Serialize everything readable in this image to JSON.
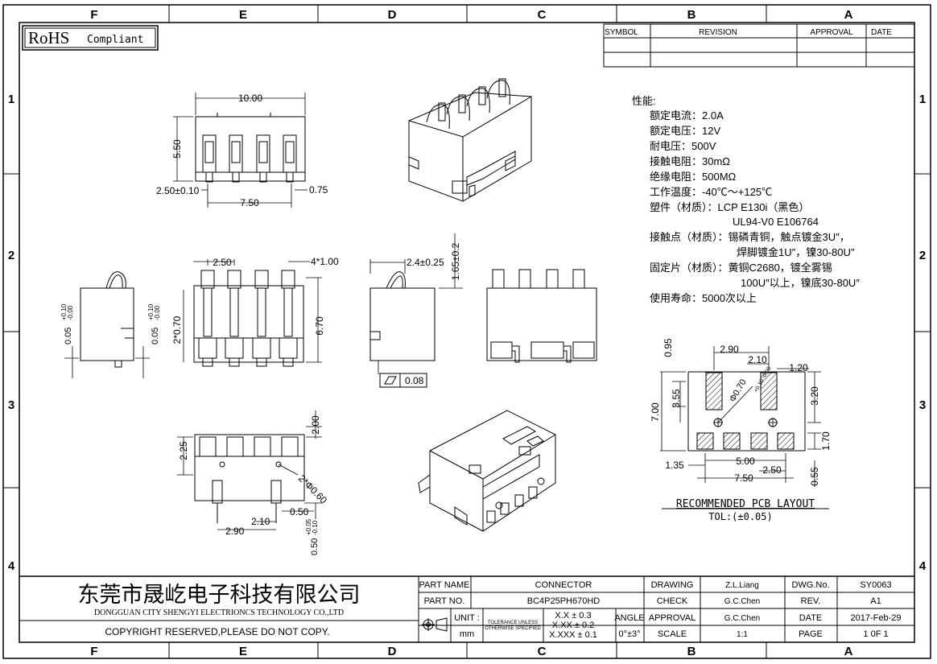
{
  "border": {
    "columns": [
      "F",
      "E",
      "D",
      "C",
      "B",
      "A"
    ],
    "rows": [
      "1",
      "2",
      "3",
      "4"
    ]
  },
  "rohs": {
    "label": "RoHS",
    "suffix": "Compliant"
  },
  "revision_table": {
    "headers": [
      "SYMBOL",
      "REVISION",
      "APPROVAL",
      "DATE"
    ]
  },
  "specs": {
    "heading": "性能:",
    "lines": [
      "额定电流：2.0A",
      "额定电压：12V",
      "耐电压：500V",
      "接触电阻：30mΩ",
      "绝缘电阻：500MΩ",
      "工作温度：-40℃～+125℃",
      "塑件（材质）：LCP E130i（黑色）",
      "UL94-V0 E106764",
      "接触点（材质）：锡磷青铜，触点镀金3U″，",
      "焊脚镀金1U″，镍30-80U″",
      "固定片（材质）：黄铜C2680，镀全雾锡",
      "100U″以上，镍底30-80U″",
      "使用寿命：5000次以上"
    ]
  },
  "dims": {
    "top_width": "10.00",
    "top_height": "5.50",
    "top_left": "2.50±0.10",
    "top_pitch_total": "7.50",
    "top_right": "0.75",
    "front_pitch": "2.50",
    "front_holes": "4*1.00",
    "front_height": "6.70",
    "front_side": "2*0.70",
    "side_tol_left": "0.05",
    "side_tol_right": "0.05",
    "side_tol_plus": "+0.10",
    "side_tol_minus": "-0.00",
    "side_offset": "2.4±0.25",
    "side_height": "1.65±0.2",
    "flatness": "0.08",
    "bot_width_top": "2.00",
    "bot_left": "2.25",
    "bot_holes": "2*Φ0.60",
    "bot_right": "0.50",
    "bot_gap": "2.10",
    "bot_pitch": "2.90",
    "bot_height": "0.50",
    "bot_tol_plus": "+0.05",
    "bot_tol_minus": "-0.10",
    "pcb_top_w": "2.90",
    "pcb_gap": "2.10",
    "pcb_right": "1.20",
    "pcb_top_h": "0.95",
    "pcb_pad_h": "3.55",
    "pcb_total_h": "7.00",
    "pcb_hole": "Φ0.70",
    "pcb_hole_tol": "+0.10 -0.00",
    "pcb_right_h": "3.20",
    "pcb_pad_sm": "1.70",
    "pcb_left": "1.35",
    "pcb_mid": "5.00",
    "pcb_pitch": "2.50",
    "pcb_total_w": "7.50",
    "pcb_bottom": "0.55",
    "pcb_caption": "RECOMMENDED PCB LAYOUT",
    "pcb_tol": "TOL:(±0.05)"
  },
  "title_block": {
    "company_cn": "东莞市晟屹电子科技有限公司",
    "company_en": "DONGGUAN CITY SHENGYI ELECTRIONCS TECHNOLOGY CO.,LTD",
    "copyright": "COPYRIGHT RESERVED,PLEASE DO NOT COPY.",
    "part_name_label": "PART NAME",
    "part_name": "CONNECTOR",
    "part_no_label": "PART NO.",
    "part_no": "BC4P25PH670HD",
    "unit_label": "UNIT :",
    "unit": "mm",
    "tolerance_note_1": "TOLERANCE UNLESS",
    "tolerance_note_2": "OTHERWISE SPECIFIED",
    "tol_1": "X.X  ±  0.3",
    "tol_2": "X.XX  ±  0.2",
    "tol_3": "X.XXX  ±  0.1",
    "angle_label": "ANGLE",
    "angle": "0°±3°",
    "drawing_label": "DRAWING",
    "drawing": "Z.L.Liang",
    "check_label": "CHECK",
    "check": "G.C.Chen",
    "approval_label": "APPROVAL",
    "approval": "G.C.Chen",
    "scale_label": "SCALE",
    "scale": "1:1",
    "dwg_label": "DWG.No.",
    "dwg": "SY0063",
    "rev_label": "REV.",
    "rev": "A1",
    "date_label": "DATE",
    "date": "2017-Feb-29",
    "page_label": "PAGE",
    "page": "1 0F 1"
  }
}
